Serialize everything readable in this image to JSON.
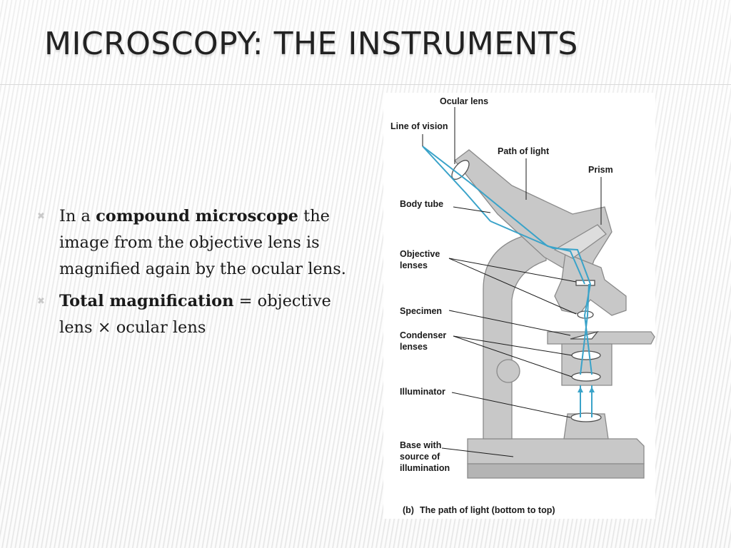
{
  "slide": {
    "title": "MICROSCOPY: THE INSTRUMENTS"
  },
  "bullets": [
    {
      "pre": "In a ",
      "bold": "compound microscope",
      "rest": " the image from the objective lens is magnified again by the ocular lens."
    },
    {
      "pre": "",
      "bold": "Total magnification",
      "rest": " = objective lens × ocular lens"
    }
  ],
  "figure": {
    "labels": {
      "ocular_lens": "Ocular lens",
      "line_of_vision": "Line of vision",
      "path_of_light": "Path of light",
      "prism": "Prism",
      "body_tube": "Body tube",
      "objective_lenses_1": "Objective",
      "objective_lenses_2": "lenses",
      "specimen": "Specimen",
      "condenser_lenses_1": "Condenser",
      "condenser_lenses_2": "lenses",
      "illuminator": "Illuminator",
      "base_1": "Base with",
      "base_2": "source of",
      "base_3": "illumination"
    },
    "caption_tag": "(b)",
    "caption": "The path of light (bottom to top)",
    "colors": {
      "light_path": "#3aa3c9",
      "body": "#c8c8c8"
    }
  }
}
